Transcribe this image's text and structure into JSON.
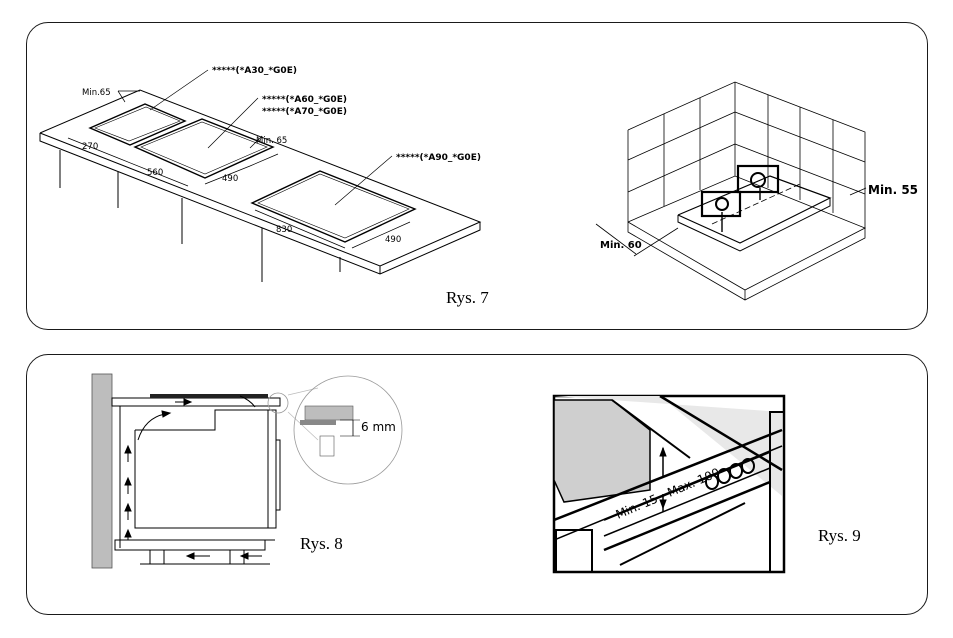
{
  "fig7": {
    "caption": "Rys. 7",
    "models": {
      "a30": "*****(*A30_*G0E)",
      "a60": "*****(*A60_*G0E)",
      "a70": "*****(*A70_*G0E)",
      "a90": "*****(*A90_*G0E)"
    },
    "dims": {
      "min65_left": "Min.65",
      "min65_mid": "Min. 65",
      "d270": "270",
      "d560": "560",
      "d490_a": "490",
      "d830": "830",
      "d490_b": "490"
    },
    "corner": {
      "min55": "Min. 55",
      "min60": "Min. 60"
    }
  },
  "fig8": {
    "caption": "Rys. 8",
    "gap": "6 mm"
  },
  "fig9": {
    "caption": "Rys. 9",
    "range": "Min. 15 - Max. 100"
  }
}
